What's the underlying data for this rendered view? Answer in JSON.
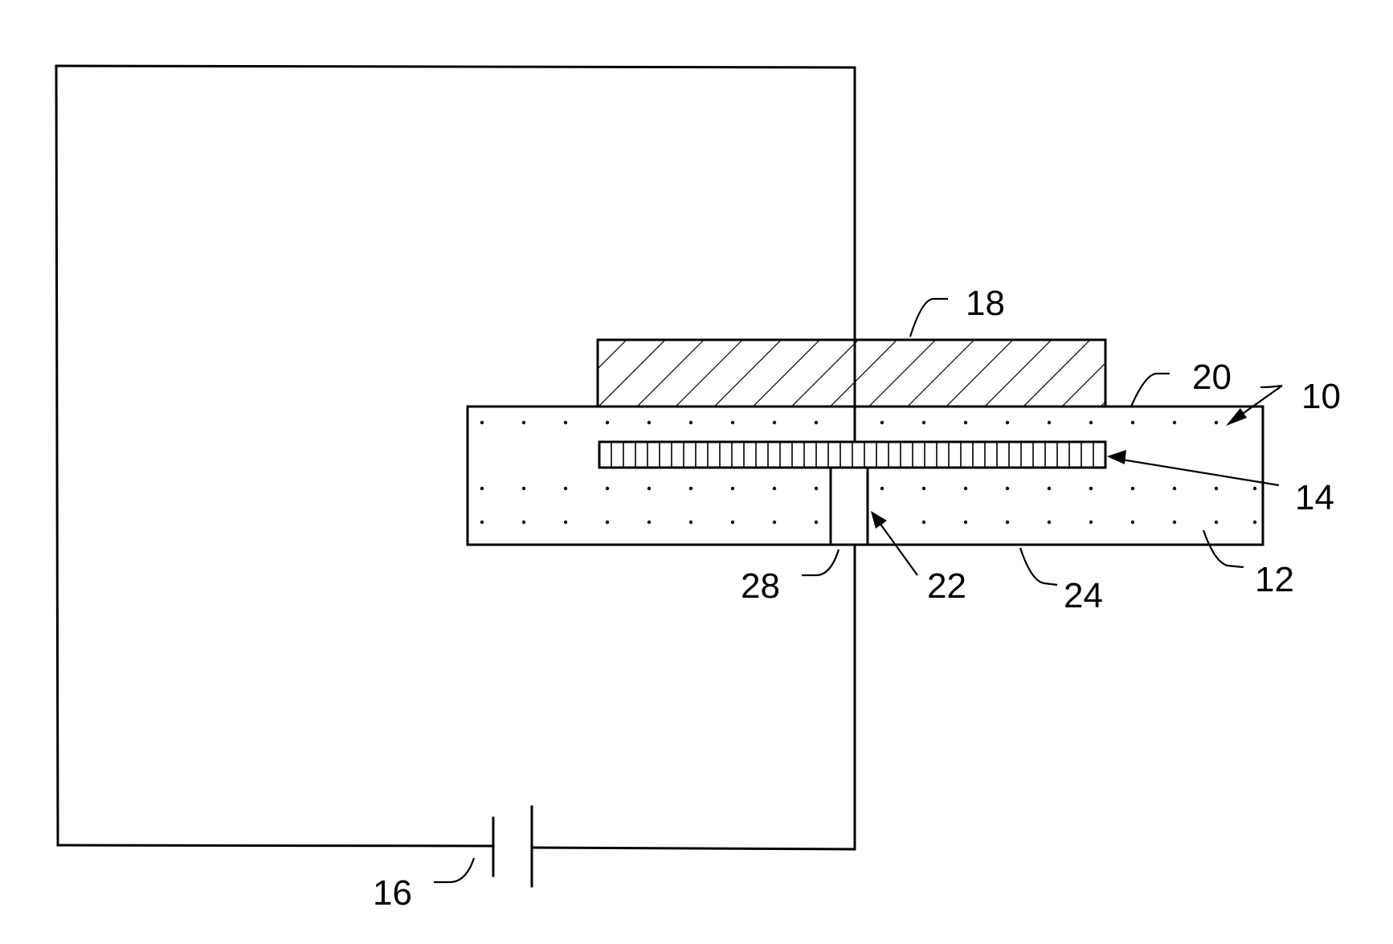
{
  "labels": {
    "l10": "10",
    "l12": "12",
    "l14": "14",
    "l16": "16",
    "l18": "18",
    "l20": "20",
    "l22": "22",
    "l24": "24",
    "l28": "28"
  },
  "colors": {
    "line": "#000000",
    "background": "#ffffff"
  }
}
